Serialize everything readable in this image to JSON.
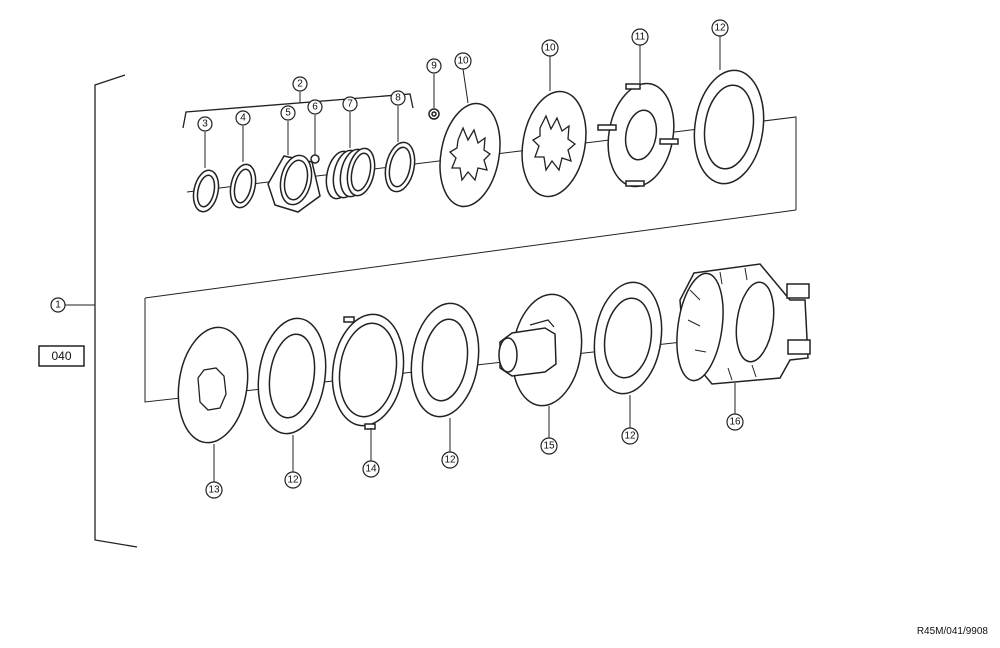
{
  "assembly": {
    "group_box_label": "040",
    "reference_code": "R45M/041/9908"
  },
  "callouts": [
    {
      "id": "c1",
      "text": "1"
    },
    {
      "id": "c2",
      "text": "2"
    },
    {
      "id": "c3",
      "text": "3"
    },
    {
      "id": "c4",
      "text": "4"
    },
    {
      "id": "c5",
      "text": "5"
    },
    {
      "id": "c6",
      "text": "6"
    },
    {
      "id": "c7",
      "text": "7"
    },
    {
      "id": "c8",
      "text": "8"
    },
    {
      "id": "c9",
      "text": "9"
    },
    {
      "id": "c10a",
      "text": "10"
    },
    {
      "id": "c10b",
      "text": "10"
    },
    {
      "id": "c11",
      "text": "11"
    },
    {
      "id": "c12a",
      "text": "12"
    },
    {
      "id": "c13",
      "text": "13"
    },
    {
      "id": "c12b",
      "text": "12"
    },
    {
      "id": "c14",
      "text": "14"
    },
    {
      "id": "c12c",
      "text": "12"
    },
    {
      "id": "c15",
      "text": "15"
    },
    {
      "id": "c12d",
      "text": "12"
    },
    {
      "id": "c16",
      "text": "16"
    }
  ]
}
